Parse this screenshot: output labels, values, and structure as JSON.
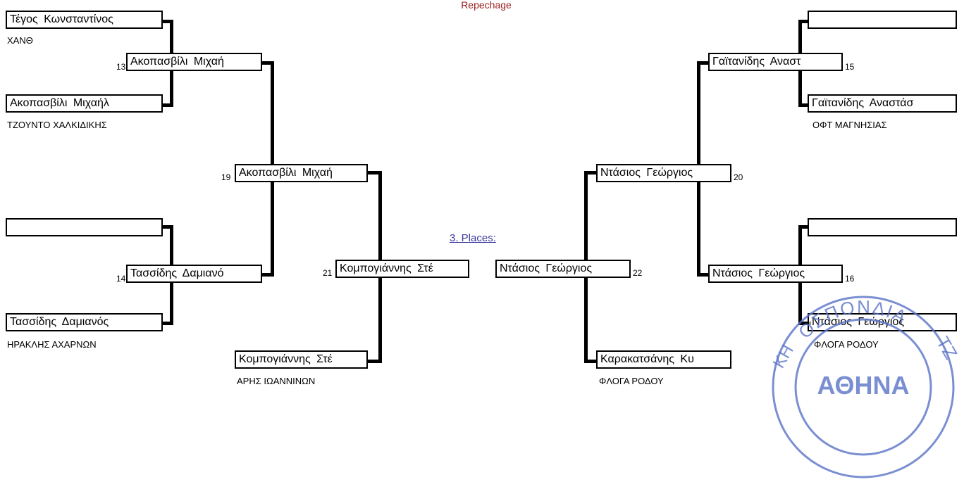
{
  "header": {
    "title": "Repechage",
    "places_link": "3. Places:"
  },
  "bouts": {
    "b13": {
      "num": "13"
    },
    "b14": {
      "num": "14"
    },
    "b15": {
      "num": "15"
    },
    "b16": {
      "num": "16"
    },
    "b19": {
      "num": "19"
    },
    "b20": {
      "num": "20"
    },
    "b21": {
      "num": "21"
    },
    "b22": {
      "num": "22"
    }
  },
  "left": {
    "r1a": {
      "name": "Τέγος  Κωνσταντίνος",
      "club": "ΧΑΝΘ"
    },
    "r1b": {
      "name": "Ακοπασβίλι  Μιχαήλ",
      "club": "ΤΖΟΥΝΤΟ ΧΑΛΚΙΔΙΚΗΣ"
    },
    "r1c": {
      "name": "",
      "club": ""
    },
    "r1d": {
      "name": "Τασσίδης  Δαμιανός",
      "club": "ΗΡΑΚΛΗΣ ΑΧΑΡΝΩΝ"
    },
    "r2a": {
      "name": "Ακοπασβίλι  Μιχαή"
    },
    "r2b": {
      "name": "Τασσίδης  Δαμιανό"
    },
    "r3": {
      "name": "Ακοπασβίλι  Μιχαή"
    },
    "seed": {
      "name": "Κομπογιάννης  Στέ",
      "club": "ΑΡΗΣ ΙΩΑΝΝΙΝΩΝ"
    },
    "final": {
      "name": "Κομπογιάννης  Στέ"
    }
  },
  "right": {
    "r1a": {
      "name": "",
      "club": ""
    },
    "r1b": {
      "name": "Γαϊτανίδης  Αναστάσ",
      "club": "ΟΦΤ ΜΑΓΝΗΣΙΑΣ"
    },
    "r1c": {
      "name": "",
      "club": ""
    },
    "r1d": {
      "name": "Ντάσιος  Γεώργιος",
      "club": "ΦΛΟΓΑ ΡΟΔΟΥ"
    },
    "r2a": {
      "name": "Γαϊτανίδης  Αναστ"
    },
    "r2b": {
      "name": "Ντάσιος  Γεώργιος"
    },
    "r3": {
      "name": "Ντάσιος  Γεώργιος"
    },
    "seed": {
      "name": "Καρακατσάνης  Κυ",
      "club": "ΦΛΟΓΑ ΡΟΔΟΥ"
    },
    "final": {
      "name": "Ντάσιος  Γεώργιος"
    }
  },
  "stamp": {
    "text_top": "ΟΣΠΟΝΔΙΑ",
    "text_left": "ΚΗ",
    "text_right": "ΤΖ",
    "text_center": "ΑΘΗΝΑ"
  },
  "colors": {
    "title": "#9a1b1b",
    "link": "#3a3aa0",
    "stamp": "#5a72c8"
  }
}
